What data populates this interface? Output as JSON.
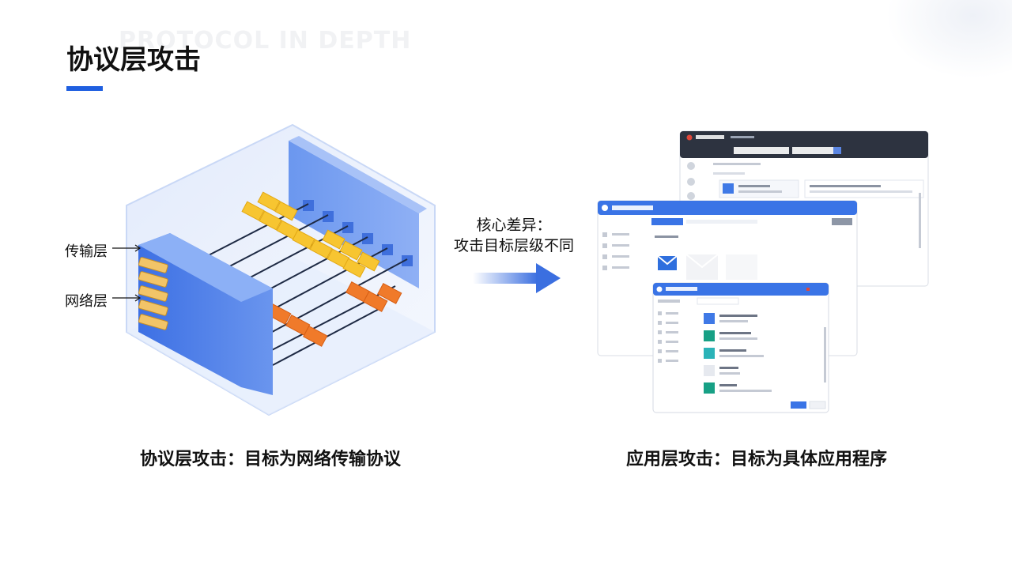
{
  "slide": {
    "title": "协议层攻击",
    "accent_color": "#1f5fe0"
  },
  "left_figure": {
    "labels": {
      "transport": "传输层",
      "network": "网络层"
    },
    "caption": "协议层攻击：目标为网络传输协议"
  },
  "center": {
    "line1": "核心差异：",
    "line2": "攻击目标层级不同",
    "arrow_icon": "right-arrow-icon"
  },
  "right_figure": {
    "caption": "应用层攻击：目标为具体应用程序"
  },
  "colors": {
    "blue": "#4a7fe8",
    "yellow": "#f7c531",
    "orange": "#f07a2a",
    "dark_header": "#2d3340"
  }
}
